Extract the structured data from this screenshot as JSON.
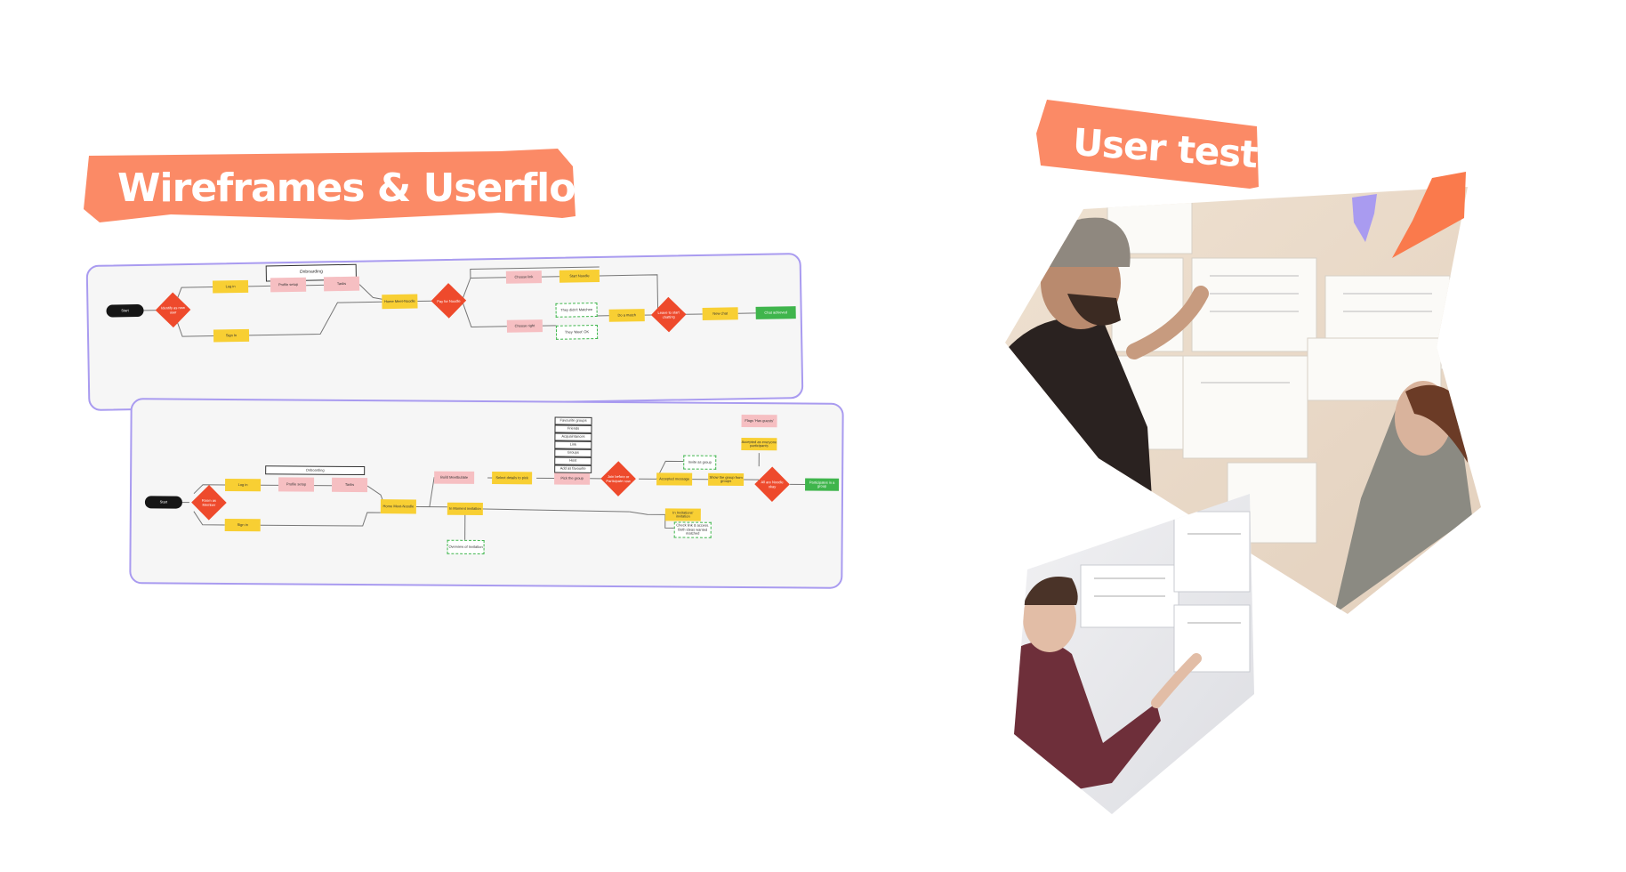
{
  "wireframes": {
    "title": "Wireframes & Userflow",
    "flow1": {
      "header": "Onboarding",
      "start": "Start",
      "decision_1": "Identify as new user",
      "login": "Log in",
      "profile": "Profile setup",
      "tasks": "Tasks",
      "signin": "Sign In",
      "home": "Home Meet-Noodle",
      "decision_2": "Pay for Noodle",
      "option_a": "Choose link",
      "option_b": "Choose right",
      "enter": "Start Noodle",
      "dont_1": "They didn't Matchee",
      "dont_2": "They 'Meet' OK",
      "do": "Do a match",
      "decision_3": "Leave to start chatting",
      "new_chat": "New chat",
      "end": "Chat achieved"
    },
    "flow2": {
      "header": "Onboarding",
      "start": "Start",
      "decision_1": "Room as Member",
      "login": "Log in",
      "profile": "Profile setup",
      "tasks": "Tasks",
      "signin": "Sign in",
      "home": "Home Meet-Noodle",
      "build": "Build Meetbubble",
      "details": "Select details to pick",
      "pick": "Pick the group",
      "list": [
        "Favourite groups",
        "Friends",
        "Acquaintances",
        "Link",
        "Groups",
        "Host",
        "Add as favourite"
      ],
      "decision_2": "Join before or Participate now",
      "invite": "Accepted message",
      "group": "Invite as group",
      "show_group": "Show the group from groups",
      "flag": "Flags 'Has guests'",
      "accepted": "Accepted as everyone participants",
      "decision_3": "All are Noodle okay",
      "end": "Participates in a group",
      "selection": "In Moment invitation",
      "overview": "Overview of Invitation",
      "in_invitations": "In Invitations' invitation",
      "check": "Check link & access. Both ideas wanted matched"
    }
  },
  "user_test": {
    "title": "User test"
  },
  "colors": {
    "accent": "#fb8a66",
    "board_border": "#a99bf0",
    "decision": "#ee4a2c",
    "note": "#f8cf33",
    "pink": "#f6bfc2",
    "success": "#3fb54c",
    "shape_purple": "#a99bf0",
    "shape_orange": "#fa7a4c"
  }
}
